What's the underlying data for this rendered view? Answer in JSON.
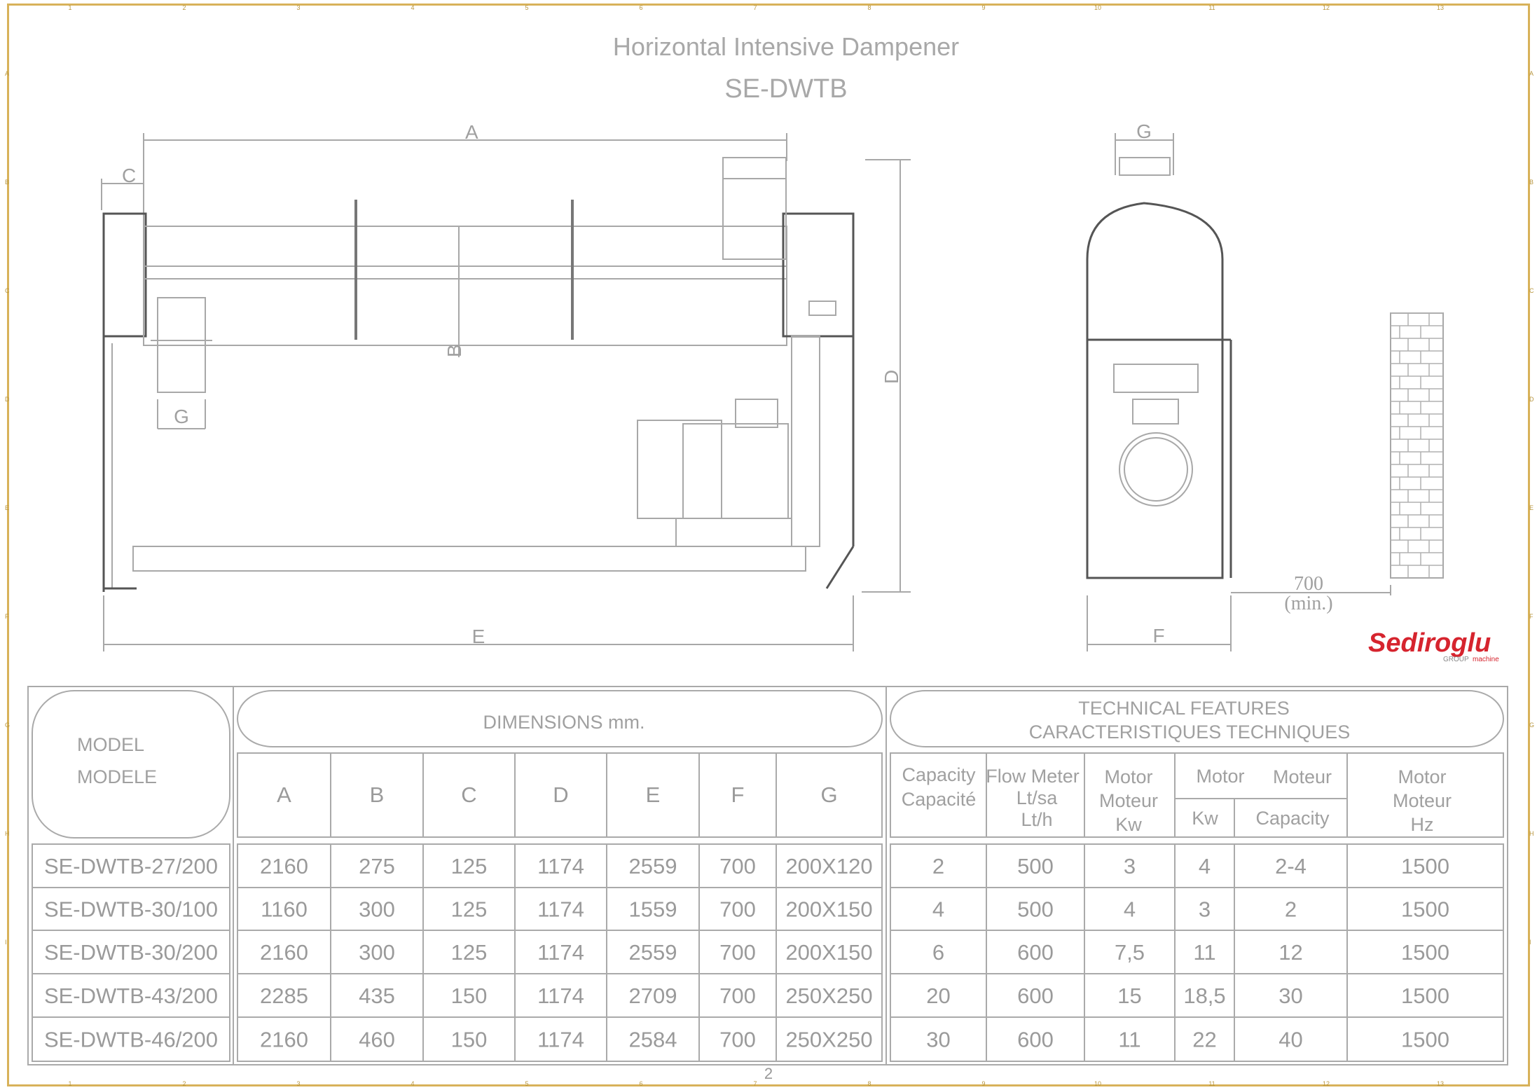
{
  "title": "Horizontal Intensive Dampener",
  "subtitle": "SE-DWTB",
  "page_number": "2",
  "logo": {
    "text": "Sediroglu",
    "sub1": "GROUP",
    "sub2": "machine",
    "color": "#d6242e"
  },
  "drawing_labels": {
    "A": "A",
    "B": "B",
    "C": "C",
    "D": "D",
    "E": "E",
    "F": "F",
    "G_front": "G",
    "G_side": "G",
    "clearance": "700",
    "clearance_note": "(min.)"
  },
  "border_marks": {
    "top": [
      "1",
      "2",
      "3",
      "4",
      "5",
      "6",
      "7",
      "8",
      "9",
      "10",
      "11",
      "12",
      "13"
    ],
    "bottom": [
      "1",
      "2",
      "3",
      "4",
      "5",
      "6",
      "7",
      "8",
      "9",
      "10",
      "11",
      "12",
      "13"
    ],
    "left": [
      "A",
      "B",
      "C",
      "D",
      "E",
      "F",
      "G",
      "H",
      "I"
    ],
    "right": [
      "A",
      "B",
      "C",
      "D",
      "E",
      "F",
      "G",
      "H",
      "I"
    ]
  },
  "table": {
    "model_header": [
      "MODEL",
      "MODELE"
    ],
    "dimensions_header": "DIMENSIONS mm.",
    "tech_header": [
      "TECHNICAL FEATURES",
      "CARACTERISTIQUES TECHNIQUES"
    ],
    "dim_columns": [
      "A",
      "B",
      "C",
      "D",
      "E",
      "F",
      "G"
    ],
    "capacity_header": [
      "Capacity",
      "Capacité"
    ],
    "flow_header": [
      "Flow Meter",
      "Lt/sa",
      "Lt/h"
    ],
    "motor_kw_header": [
      "Motor",
      "Moteur",
      "Kw"
    ],
    "motor_header": "Motor",
    "moteur_header": "Moteur",
    "kw_sub": "Kw",
    "capacity_sub": "Capacity",
    "hz_header": [
      "Motor",
      "Moteur",
      "Hz"
    ],
    "rows": [
      {
        "model": "SE-DWTB-27/200",
        "A": "2160",
        "B": "275",
        "C": "125",
        "D": "1174",
        "E": "2559",
        "F": "700",
        "G": "200X120",
        "cap": "2",
        "flow": "500",
        "motor": "3",
        "kw": "4",
        "capacity": "2-4",
        "hz": "1500"
      },
      {
        "model": "SE-DWTB-30/100",
        "A": "1160",
        "B": "300",
        "C": "125",
        "D": "1174",
        "E": "1559",
        "F": "700",
        "G": "200X150",
        "cap": "4",
        "flow": "500",
        "motor": "4",
        "kw": "3",
        "capacity": "2",
        "hz": "1500"
      },
      {
        "model": "SE-DWTB-30/200",
        "A": "2160",
        "B": "300",
        "C": "125",
        "D": "1174",
        "E": "2559",
        "F": "700",
        "G": "200X150",
        "cap": "6",
        "flow": "600",
        "motor": "7,5",
        "kw": "11",
        "capacity": "12",
        "hz": "1500"
      },
      {
        "model": "SE-DWTB-43/200",
        "A": "2285",
        "B": "435",
        "C": "150",
        "D": "1174",
        "E": "2709",
        "F": "700",
        "G": "250X250",
        "cap": "20",
        "flow": "600",
        "motor": "15",
        "kw": "18,5",
        "capacity": "30",
        "hz": "1500"
      },
      {
        "model": "SE-DWTB-46/200",
        "A": "2160",
        "B": "460",
        "C": "150",
        "D": "1174",
        "E": "2584",
        "F": "700",
        "G": "250X250",
        "cap": "30",
        "flow": "600",
        "motor": "11",
        "kw": "22",
        "capacity": "40",
        "hz": "1500"
      }
    ]
  }
}
